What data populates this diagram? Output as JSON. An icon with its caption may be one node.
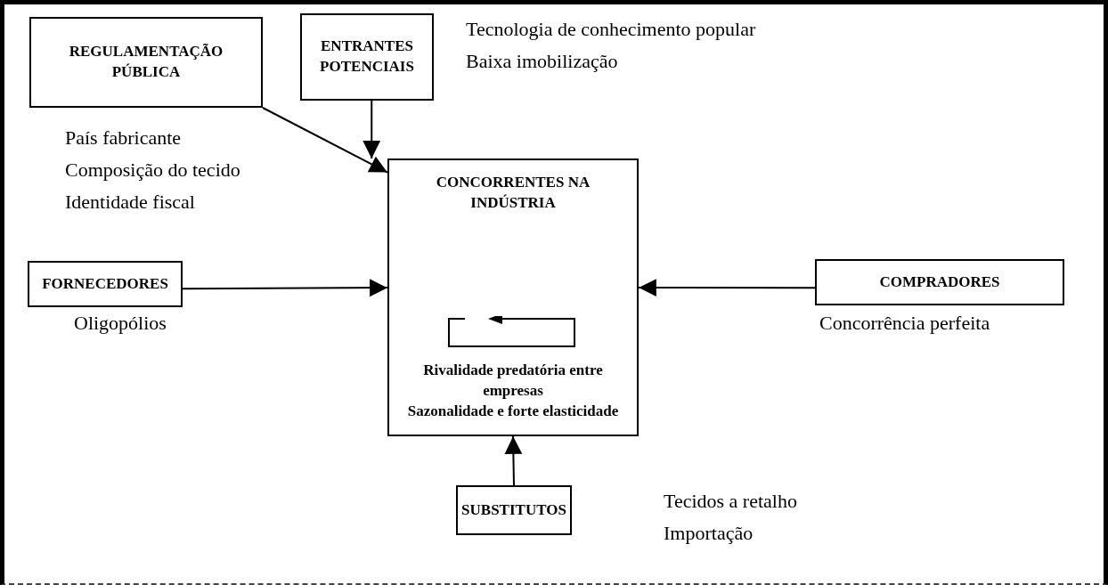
{
  "diagram": {
    "nodes": [
      {
        "text": [
          "REGULAMENTAÇÃO PÚBLICA"
        ],
        "beside": [
          "País fabricante",
          "Composição do tecido",
          "Identidade fiscal"
        ]
      },
      {
        "text": [
          "ENTRANTES POTENCIAIS"
        ],
        "beside": [
          "Tecnologia de conhecimento popular",
          "Baixa imobilização"
        ]
      },
      {
        "text": [
          "CONCORRENTES NA INDÚSTRIA",
          "Rivalidade predatória entre empresas",
          "Sazonalidade e forte elasticidade"
        ]
      },
      {
        "text": [
          "FORNECEDORES"
        ],
        "beside": [
          "Oligopólios"
        ]
      },
      {
        "text": [
          "COMPRADORES"
        ],
        "beside": [
          "Concorrência perfeita"
        ]
      },
      {
        "text": [
          "SUBSTITUTOS"
        ],
        "beside": [
          "Tecidos a retalho",
          "Importação"
        ]
      }
    ],
    "edges": [
      {
        "from": 0,
        "to": 2,
        "arrow": "to"
      },
      {
        "from": 1,
        "to": 2,
        "arrow": "to"
      },
      {
        "from": 3,
        "to": 2,
        "arrow": "to"
      },
      {
        "from": 4,
        "to": 2,
        "arrow": "to"
      },
      {
        "from": 5,
        "to": 2,
        "arrow": "to"
      }
    ]
  }
}
